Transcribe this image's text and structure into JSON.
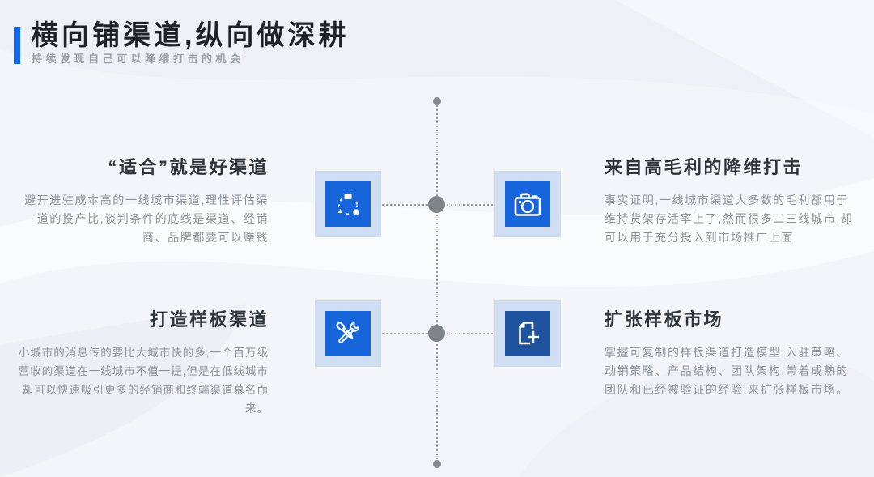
{
  "header": {
    "title": "横向铺渠道,纵向做深耕",
    "subtitle": "持续发现自己可以降维打击的机会"
  },
  "quadrants": [
    {
      "title": "“适合”就是好渠道",
      "body": "避开进驻成本高的一线城市渠道,理性评估渠道的投产比,谈判条件的底线是渠道、经销商、品牌都要可以赚钱",
      "icon": "share-shapes-icon",
      "align": "right"
    },
    {
      "title": "来自高毛利的降维打击",
      "body": "事实证明,一线城市渠道大多数的毛利都用于维持货架存活率上了,然而很多二三线城市,却可以用于充分投入到市场推广上面",
      "icon": "camera-icon",
      "align": "left"
    },
    {
      "title": "打造样板渠道",
      "body": "小城市的消息传的要比大城市快的多,一个百万级营收的渠道在一线城市不值一提,但是在低线城市却可以快速吸引更多的经销商和终端渠道慕名而来。",
      "icon": "tools-icon",
      "align": "right"
    },
    {
      "title": "扩张样板市场",
      "body": "掌握可复制的样板渠道打造模型:入驻策略、动销策略、产品结构、团队架构,带着成熟的团队和已经被验证的经验,来扩张样板市场。",
      "icon": "document-add-icon",
      "align": "left"
    }
  ],
  "colors": {
    "accent": "#1268ec",
    "icon_blue": "#1765db",
    "icon_navy": "#20539e",
    "icon_tile_light": "#cfdef3",
    "line_gray": "#9aa0a5",
    "node_gray": "#7f8488",
    "title_text": "#1f2226",
    "body_text": "#8d939c"
  }
}
